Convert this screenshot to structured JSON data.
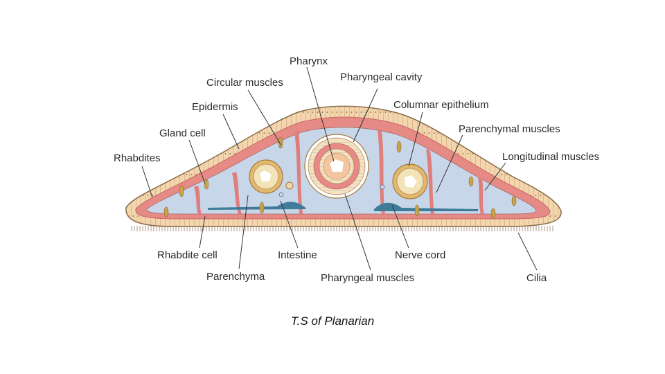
{
  "labels": {
    "pharynx": "Pharynx",
    "pharyngeal_cavity": "Pharyngeal cavity",
    "circular_muscles": "Circular muscles",
    "epidermis": "Epidermis",
    "columnar_epithelium": "Columnar epithelium",
    "gland_cell": "Gland cell",
    "parenchymal_muscles": "Parenchymal muscles",
    "rhabdites": "Rhabdites",
    "longitudinal_muscles": "Longitudinal muscles",
    "rhabdite_cell": "Rhabdite cell",
    "intestine": "Intestine",
    "nerve_cord": "Nerve cord",
    "parenchyma": "Parenchyma",
    "pharyngeal_muscles": "Pharyngeal muscles",
    "cilia": "Cilia"
  },
  "caption": "T.S of Planarian",
  "colors": {
    "epidermis": "#f3d6ae",
    "muscle": "#e58a85",
    "parenchyma": "#c8d6ea",
    "nerve": "#3f7c9a",
    "gland": "#c9a24a"
  }
}
